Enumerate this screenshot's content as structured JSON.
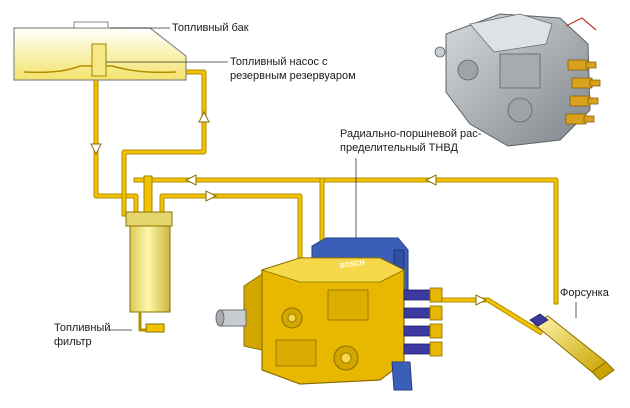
{
  "labels": {
    "tank": "Топливный бак",
    "pump_line1": "Топливный насос с",
    "pump_line2": "резервным резервуаром",
    "hpump_line1": "Радиально-поршневой рас-",
    "hpump_line2": "пределительный ТНВД",
    "injector": "Форсунка",
    "filter_line1": "Топливный",
    "filter_line2": "фильтр"
  },
  "logo_text": "BOSCH",
  "colors": {
    "fuel_line": "#f2c200",
    "fuel_line_edge": "#b38f00",
    "tank_fill": "#fff7a8",
    "pump_body": "#e8b800",
    "pump_dark": "#c99a00",
    "cover_blue": "#3b5fb8",
    "cover_blue_dark": "#243f85",
    "injector_pipe": "#3a3aa0",
    "photo_body": "#b8bcc0",
    "photo_brass": "#d9a21e"
  }
}
